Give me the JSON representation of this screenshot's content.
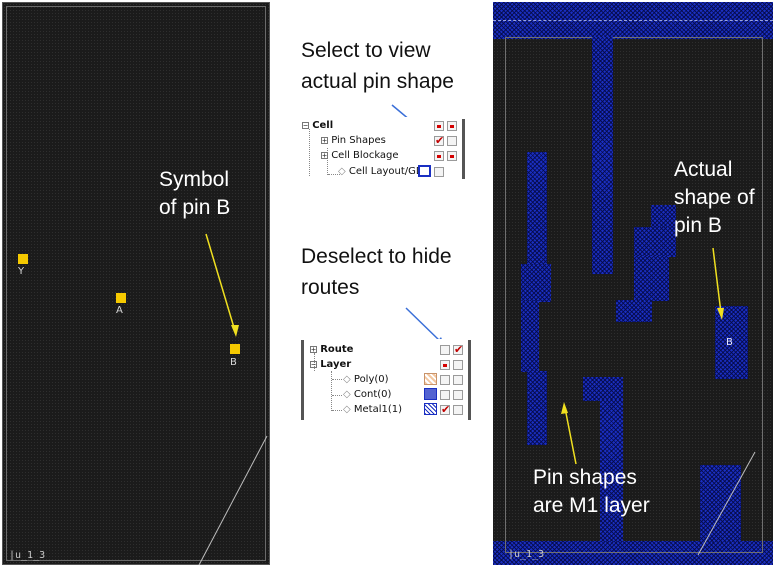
{
  "left_canvas": {
    "pins": [
      {
        "name": "Y"
      },
      {
        "name": "A"
      },
      {
        "name": "B"
      }
    ],
    "callout": {
      "line1": "Symbol",
      "line2": "of pin B"
    },
    "canvas_id": "|u_1_3",
    "pin_color": "#f5c900"
  },
  "middle": {
    "cell_note": {
      "line1": "Select to view",
      "line2": "actual pin shape"
    },
    "cell_panel": {
      "root": "Cell",
      "items": [
        "Pin Shapes",
        "Cell Blockage",
        "Cell Layout/GD"
      ]
    },
    "route_note": {
      "line1": "Deselect to hide",
      "line2": "routes"
    },
    "layer_panel": {
      "route": "Route",
      "layer": "Layer",
      "items": [
        "Poly(0)",
        "Cont(0)",
        "Metal1(1)"
      ]
    }
  },
  "right_canvas": {
    "shape_note": {
      "line1": "Actual",
      "line2": "shape of",
      "line3": "pin B"
    },
    "pin_label": "B",
    "layer_note": {
      "line1": "Pin shapes",
      "line2": "are M1 layer"
    },
    "canvas_id": "|u_1_3",
    "metal_color": "#1a2fc2"
  },
  "colors": {
    "arrow_yellow": "#f0e020",
    "arrow_blue": "#3a6fd8",
    "check_red": "#c00000"
  }
}
